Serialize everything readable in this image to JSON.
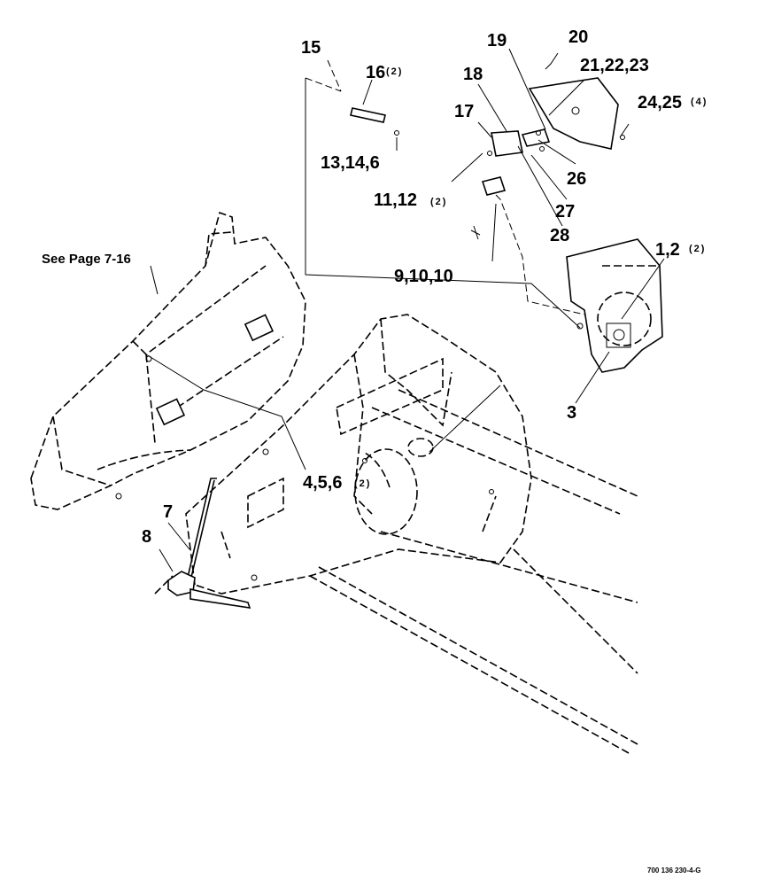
{
  "callouts": {
    "c15": "15",
    "c16": "16",
    "c16_qty": "(2)",
    "c13_14_6": "13,14,6",
    "c19": "19",
    "c20": "20",
    "c18": "18",
    "c21_22_23": "21,22,23",
    "c17": "17",
    "c24_25": "24,25",
    "c24_25_qty": "(4)",
    "c26": "26",
    "c11_12": "11,12",
    "c11_12_qty": "(2)",
    "c27": "27",
    "c28": "28",
    "c1_2": "1,2",
    "c1_2_qty": "(2)",
    "c9_10_10": "9,10,10",
    "c3": "3",
    "c4_5_6": "4,5,6",
    "c4_5_6_qty": "(2)",
    "c7": "7",
    "c8": "8"
  },
  "reference_note": "See Page 7-16",
  "figure_id": "700 136 230-4-G"
}
